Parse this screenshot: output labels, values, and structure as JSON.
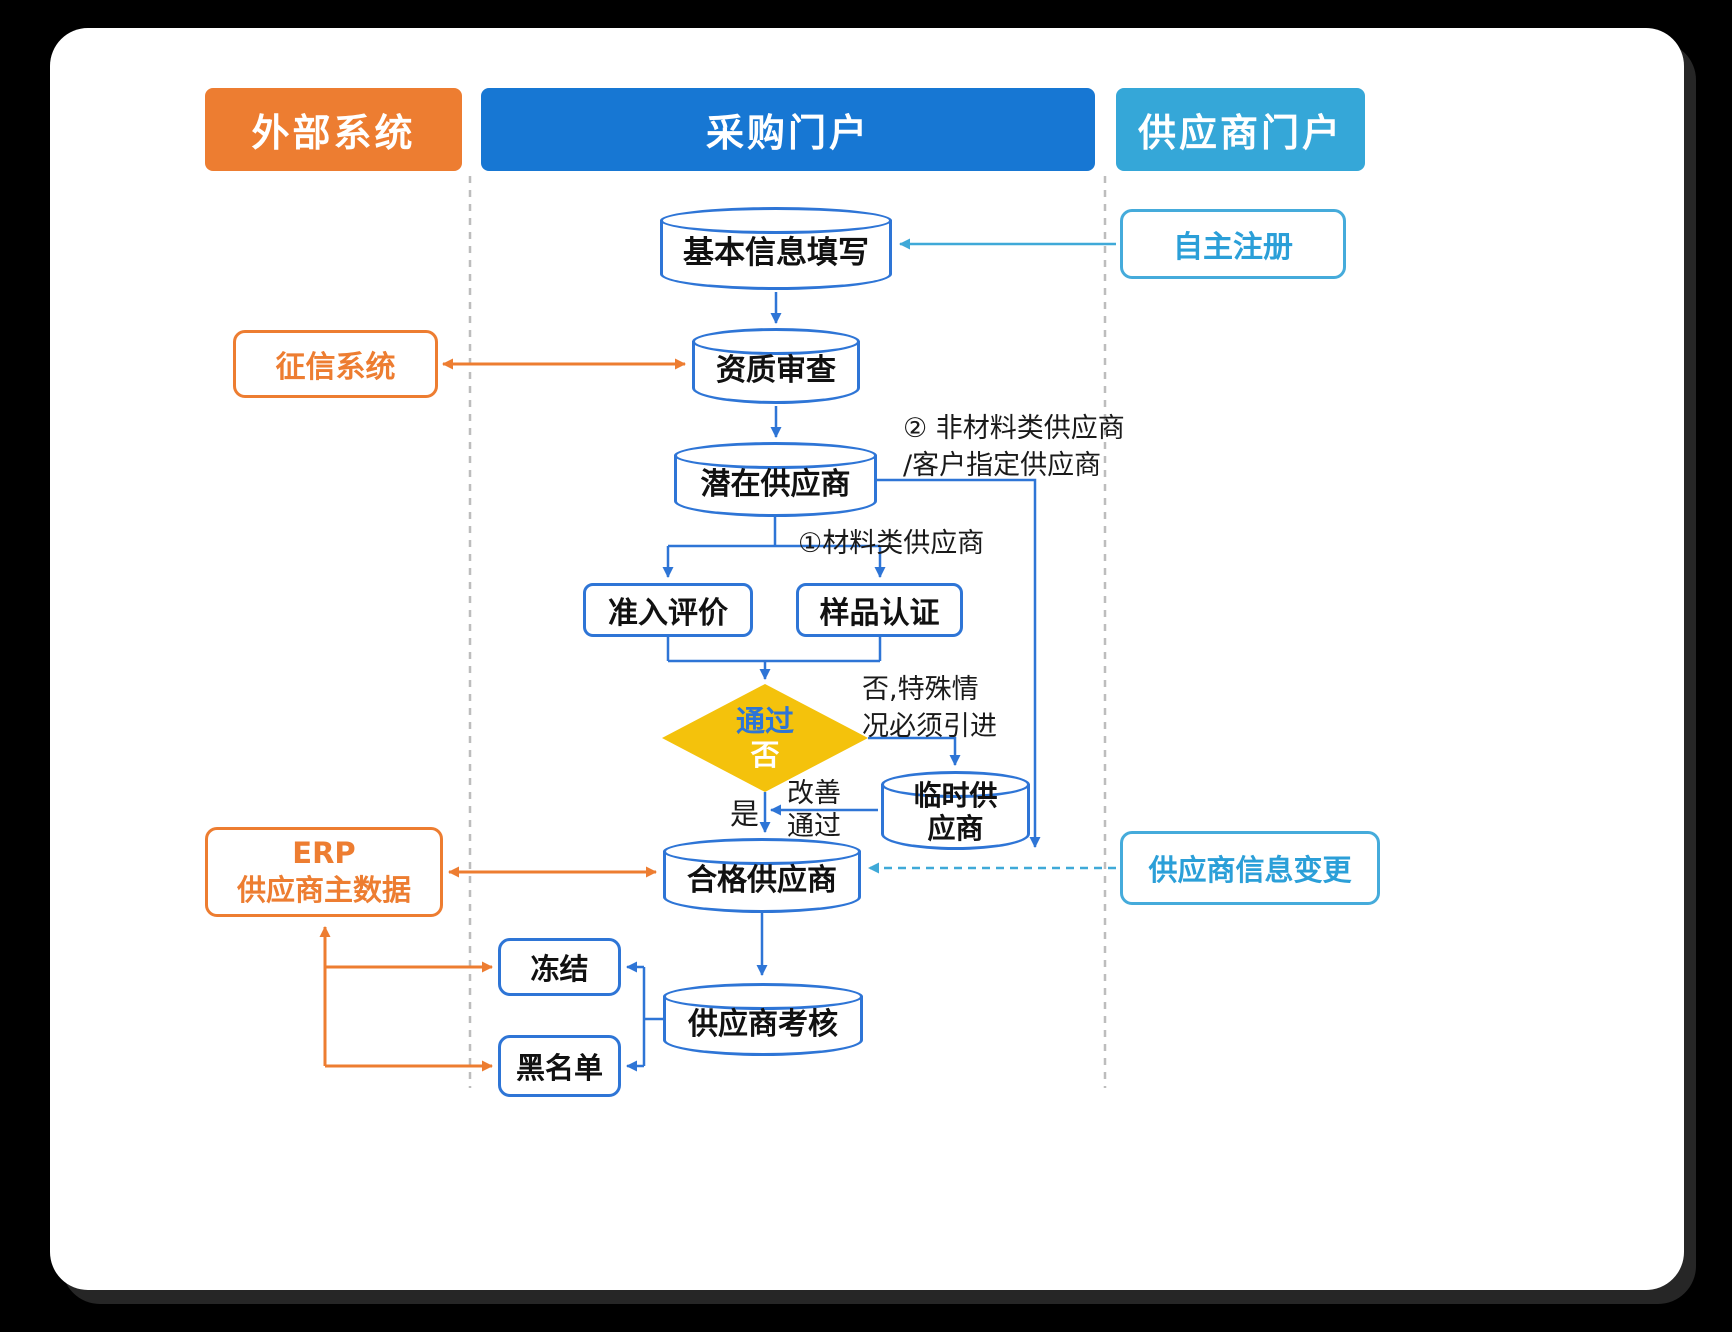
{
  "colors": {
    "background": "#000000",
    "card": "#FFFFFF",
    "lane_external": "#ED7D31",
    "lane_procurement": "#1777D3",
    "lane_supplier": "#35A7D8",
    "node_border_blue": "#2E75D6",
    "diamond_gold": "#F4C20C",
    "orange_accent": "#ED7D31",
    "cyan_accent": "#3FA9D8"
  },
  "lanes": {
    "external": "外部系统",
    "procurement": "采购门户",
    "supplier": "供应商门户"
  },
  "nodes": {
    "basic_info": {
      "label": "基本信息填写"
    },
    "qualification_review": {
      "label": "资质审查"
    },
    "potential_supplier": {
      "label": "潜在供应商"
    },
    "access_evaluation": {
      "label": "准入评价"
    },
    "sample_certification": {
      "label": "样品认证"
    },
    "decision": {
      "line1": "通过",
      "line2": "否"
    },
    "temp_supplier": {
      "line1": "临时供",
      "line2": "应商"
    },
    "qualified_supplier": {
      "label": "合格供应商"
    },
    "supplier_assessment": {
      "label": "供应商考核"
    },
    "freeze": {
      "label": "冻结"
    },
    "blacklist": {
      "label": "黑名单"
    },
    "credit_system": {
      "label": "征信系统"
    },
    "erp_master": {
      "line1": "ERP",
      "line2": "供应商主数据"
    },
    "self_registration": {
      "label": "自主注册"
    },
    "supplier_info_change": {
      "label": "供应商信息变更"
    }
  },
  "labels": {
    "branch_non_material": {
      "line1": "② 非材料类供应商",
      "line2": "/客户指定供应商"
    },
    "branch_material": {
      "text": "①材料类供应商"
    },
    "no_special": {
      "line1": "否,特殊情",
      "line2": "况必须引进"
    },
    "yes": {
      "text": "是"
    },
    "improve": {
      "line1": "改善",
      "line2": "通过"
    }
  }
}
